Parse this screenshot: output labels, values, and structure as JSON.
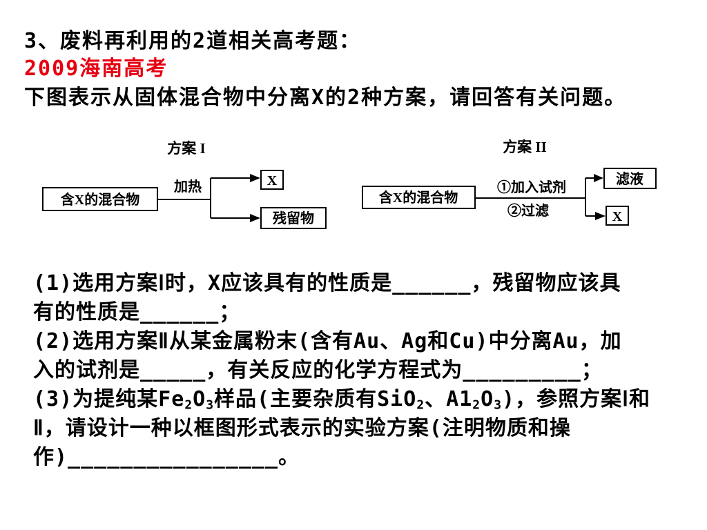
{
  "header": {
    "title": "3、废料再利用的2道相关高考题：",
    "source": "2009海南高考",
    "intro": "下图表示从固体混合物中分离X的2种方案，请回答有关问题。"
  },
  "diagram": {
    "scheme_1": {
      "label": "方案 I",
      "start": "含X的混合物",
      "operation": "加热",
      "product_top": "X",
      "product_bottom": "残留物"
    },
    "scheme_2": {
      "label": "方案 II",
      "start": "含X的混合物",
      "operation_step_1": "①加入试剂",
      "operation_step_2": "②过滤",
      "product_top": "滤液",
      "product_bottom": "X"
    }
  },
  "questions": {
    "q1_line_1": "(1)选用方案Ⅰ时，X应该具有的性质是______，残留物应该具",
    "q1_line_2": "有的性质是______；",
    "q2_line_1": "(2)选用方案Ⅱ从某金属粉末(含有Au、Ag和Cu)中分离Au，加",
    "q2_line_2": "入的试剂是_____，有关反应的化学方程式为_________；",
    "q3_line_1": [
      "(3)为提纯某Fe",
      "2",
      "O",
      "3",
      "样品(主要杂质有SiO",
      "2",
      "、A1",
      "2",
      "O",
      "3",
      ")，参照方案Ⅰ和"
    ],
    "q3_line_2": "Ⅱ，请设计一种以框图形式表示的实验方案(注明物质和操",
    "q3_line_3": "作)________________。"
  },
  "colors": {
    "background": "#ffffff",
    "text": "#000000",
    "source": "#e60012"
  }
}
